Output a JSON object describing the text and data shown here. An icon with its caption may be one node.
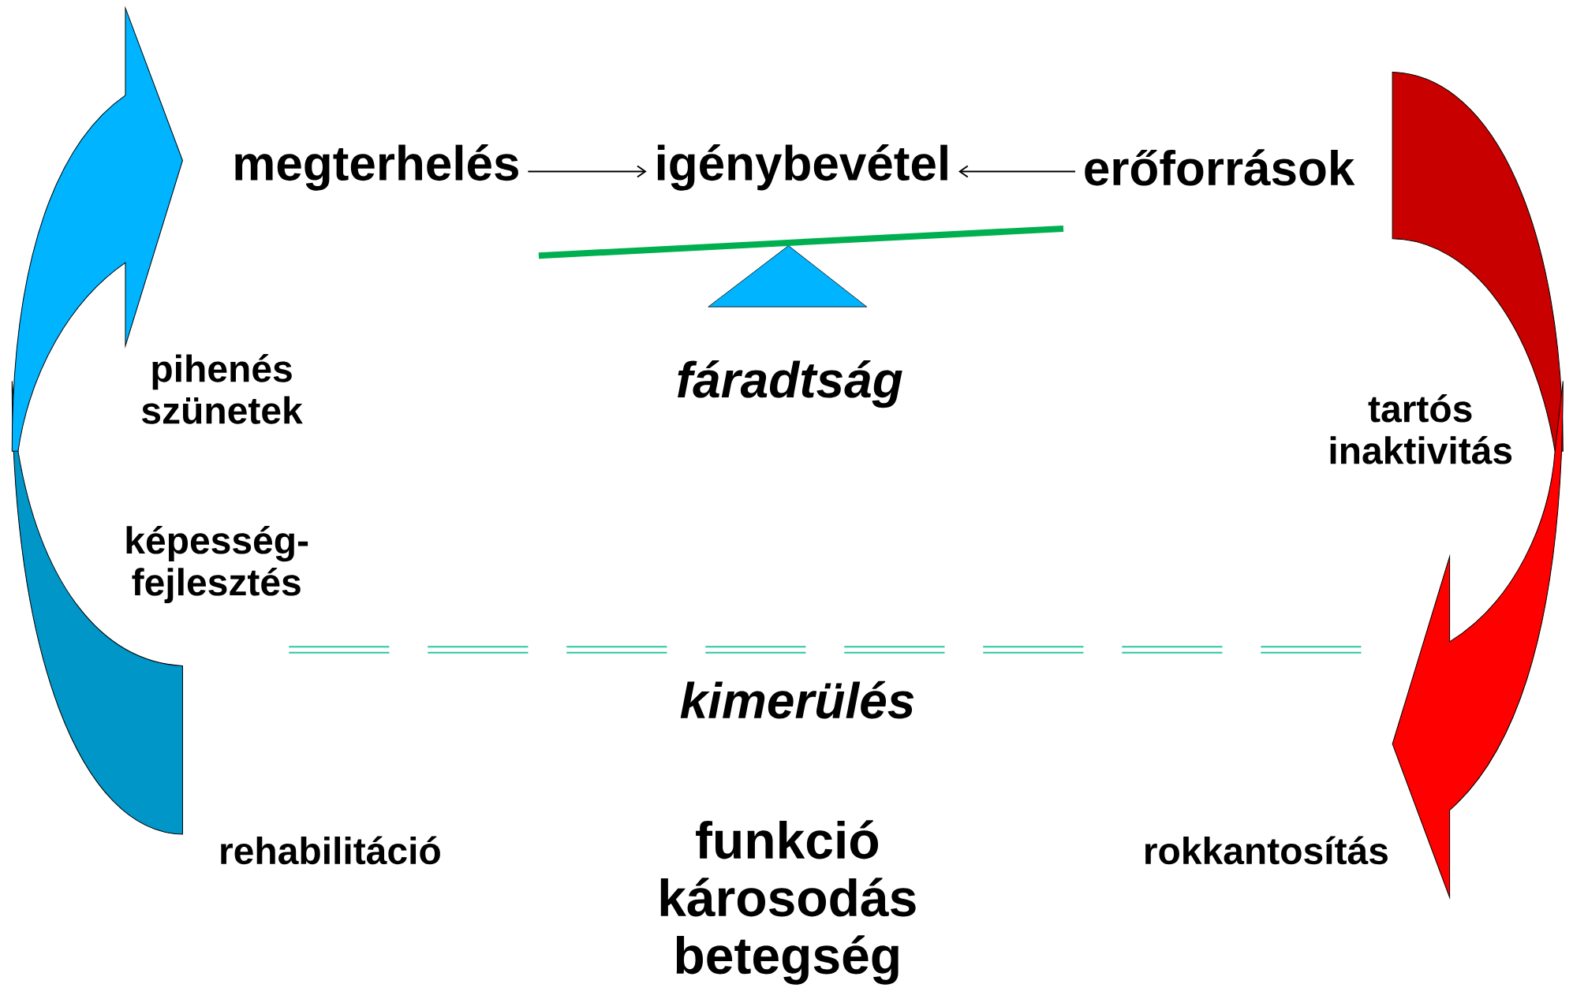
{
  "diagram": {
    "nodes": [
      {
        "text": [
          "megterhelés"
        ]
      },
      {
        "text": [
          "igénybevétel"
        ]
      },
      {
        "text": [
          "erőforrások"
        ]
      }
    ],
    "edges": [
      {
        "from": 0,
        "to": 1,
        "arrow": "to"
      },
      {
        "from": 2,
        "to": 1,
        "arrow": "to"
      }
    ],
    "labels": [
      "fáradtság",
      "pihenés szünetek",
      "tartós inaktivitás",
      "képesség-fejlesztés",
      "kimerülés",
      "rehabilitáció",
      "rokkantosítás",
      "funkció károsodás betegség"
    ]
  }
}
